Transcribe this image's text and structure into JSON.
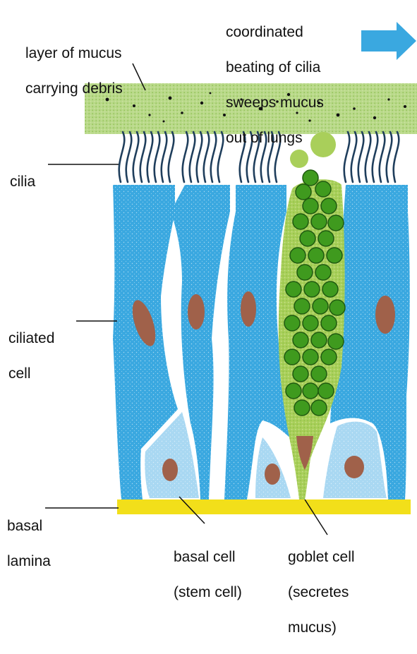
{
  "labels": {
    "mucus": [
      "layer of mucus",
      "carrying debris"
    ],
    "beating": [
      "coordinated",
      "beating of cilia",
      "sweeps mucus",
      "out of lungs"
    ],
    "cilia": "cilia",
    "ciliated_cell": [
      "ciliated",
      "cell"
    ],
    "basal_lamina": [
      "basal",
      "lamina"
    ],
    "basal_cell": [
      "basal cell",
      "(stem cell)"
    ],
    "goblet_cell": [
      "goblet cell",
      "(secretes",
      "mucus)"
    ]
  },
  "colors": {
    "ciliated_cell": "#3aa8e0",
    "basal_cell": "#a9d8f2",
    "goblet_cell": "#a9cf5a",
    "mucus_granule": "#3f9a1e",
    "mucus_layer": "#b9d98a",
    "nucleus": "#a0614a",
    "basal_lamina": "#f2df1a",
    "arrow": "#3aa8e0",
    "cilia": "#1f3e5c"
  }
}
